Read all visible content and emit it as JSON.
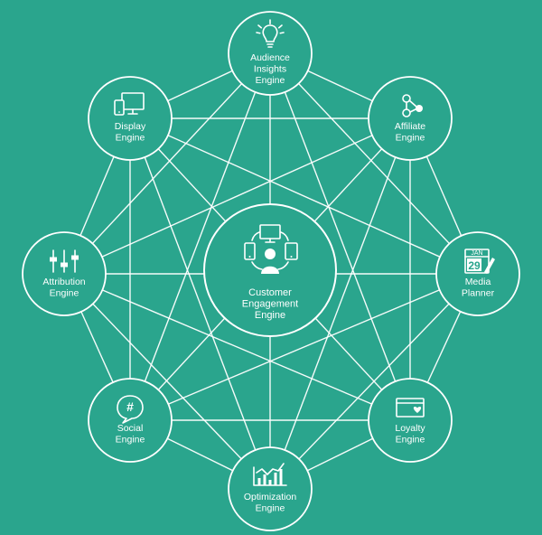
{
  "colors": {
    "background": "#2aa58d",
    "stroke": "#ffffff"
  },
  "center": {
    "name": "customer-engagement-engine",
    "icon": "customer-devices-icon",
    "label_lines": [
      "Customer",
      "Engagement",
      "Engine"
    ]
  },
  "nodes": [
    {
      "name": "audience-insights-engine",
      "icon": "lightbulb-icon",
      "label_lines": [
        "Audience",
        "Insights",
        "Engine"
      ]
    },
    {
      "name": "affiliate-engine",
      "icon": "share-network-icon",
      "label_lines": [
        "Affiliate",
        "Engine"
      ]
    },
    {
      "name": "media-planner",
      "icon": "calendar-icon",
      "calendar_month": "JAN",
      "calendar_day": "29",
      "label_lines": [
        "Media",
        "Planner"
      ]
    },
    {
      "name": "loyalty-engine",
      "icon": "heart-card-icon",
      "label_lines": [
        "Loyalty",
        "Engine"
      ]
    },
    {
      "name": "optimization-engine",
      "icon": "bar-chart-trend-icon",
      "label_lines": [
        "Optimization",
        "Engine"
      ]
    },
    {
      "name": "social-engine",
      "icon": "hashtag-bubble-icon",
      "hashtag": "#",
      "label_lines": [
        "Social",
        "Engine"
      ]
    },
    {
      "name": "attribution-engine",
      "icon": "sliders-icon",
      "label_lines": [
        "Attribution",
        "Engine"
      ]
    },
    {
      "name": "display-engine",
      "icon": "devices-icon",
      "label_lines": [
        "Display",
        "Engine"
      ]
    }
  ]
}
